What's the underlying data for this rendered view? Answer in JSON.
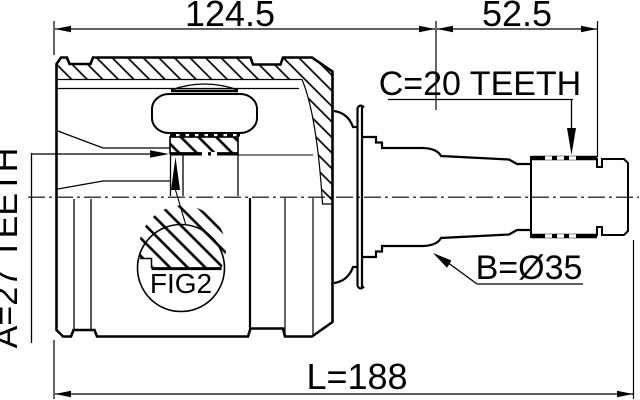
{
  "diagram": {
    "type": "technical-drawing",
    "subject": "cv-joint-cross-section",
    "colors": {
      "line": "#000000",
      "background": "#ffffff"
    },
    "dimensions": {
      "top_left": "124.5",
      "top_right": "52.5",
      "overall_length": "L=188"
    },
    "labels": {
      "outer_spline": "C=20 TEETH",
      "inner_spline": "A=27 TEETH",
      "shaft_diameter": "B=Ø35",
      "detail_callout": "FIG2"
    }
  }
}
